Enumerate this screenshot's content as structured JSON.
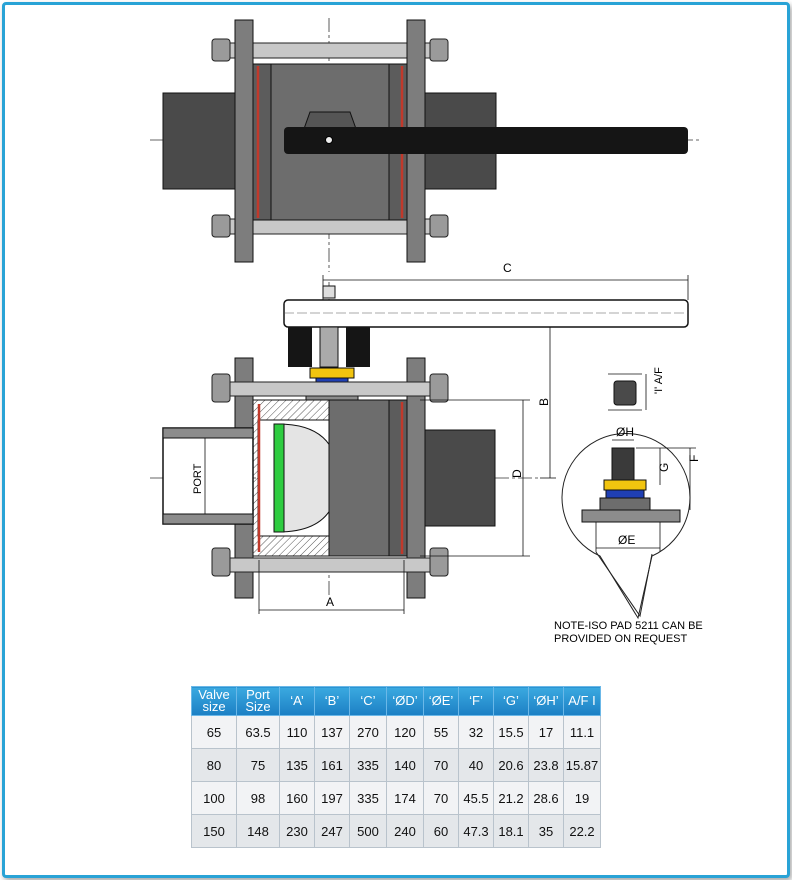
{
  "labels": {
    "c": "C",
    "b": "B",
    "d": "D",
    "a": "A",
    "port": "PORT",
    "af": "'I' A/F",
    "h": "ØH",
    "g": "G",
    "f": "F",
    "e": "ØE"
  },
  "note": {
    "line1": "NOTE-ISO PAD 5211 CAN BE",
    "line2": "PROVIDED ON REQUEST"
  },
  "table": {
    "headers": [
      {
        "l1": "Valve",
        "l2": "size"
      },
      {
        "l1": "Port",
        "l2": "Size"
      },
      {
        "l1": "‘A’",
        "l2": ""
      },
      {
        "l1": "‘B’",
        "l2": ""
      },
      {
        "l1": "‘C’",
        "l2": ""
      },
      {
        "l1": "‘ØD’",
        "l2": ""
      },
      {
        "l1": "‘ØE’",
        "l2": ""
      },
      {
        "l1": "‘F’",
        "l2": ""
      },
      {
        "l1": "‘G’",
        "l2": ""
      },
      {
        "l1": "‘ØH’",
        "l2": ""
      },
      {
        "l1": "A/F I",
        "l2": ""
      }
    ],
    "rows": [
      [
        "65",
        "63.5",
        "110",
        "137",
        "270",
        "120",
        "55",
        "32",
        "15.5",
        "17",
        "11.1"
      ],
      [
        "80",
        "75",
        "135",
        "161",
        "335",
        "140",
        "70",
        "40",
        "20.6",
        "23.8",
        "15.87"
      ],
      [
        "100",
        "98",
        "160",
        "197",
        "335",
        "174",
        "70",
        "45.5",
        "21.2",
        "28.6",
        "19"
      ],
      [
        "150",
        "148",
        "230",
        "247",
        "500",
        "240",
        "60",
        "47.3",
        "18.1",
        "35",
        "22.2"
      ]
    ]
  },
  "colors": {
    "frame": "#29a3d6",
    "body": "#6d6d6d",
    "end": "#4a4a4a",
    "flange": "#8c8c8c",
    "handle": "#151515",
    "gasket": "#c0392b",
    "seat": "#2ecc40",
    "pad": "#f1c40f",
    "header": "#2a93d5"
  }
}
